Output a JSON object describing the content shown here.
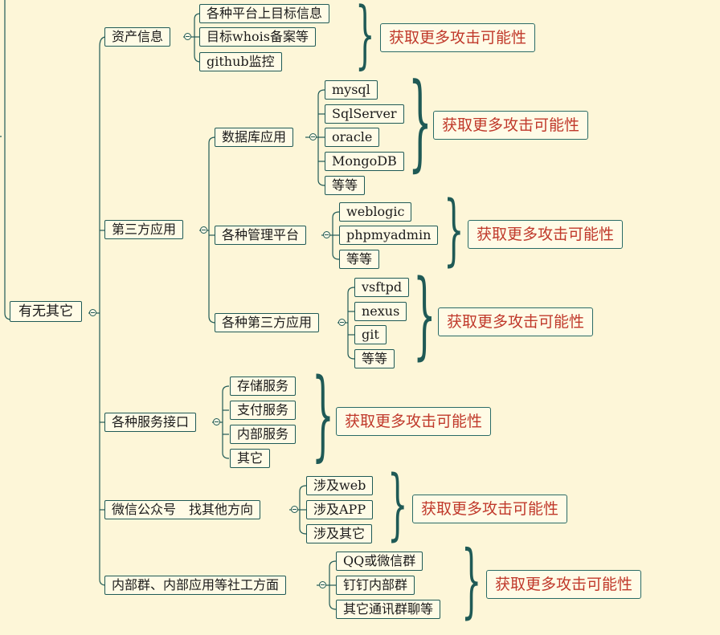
{
  "root": {
    "label": "有无其它"
  },
  "result_label": "获取更多攻击可能性",
  "branches": [
    {
      "label": "资产信息",
      "children": [
        "各种平台上目标信息",
        "目标whois备案等",
        "github监控"
      ]
    },
    {
      "label": "第三方应用",
      "groups": [
        {
          "label": "数据库应用",
          "children": [
            "mysql",
            "SqlServer",
            "oracle",
            "MongoDB",
            "等等"
          ]
        },
        {
          "label": "各种管理平台",
          "children": [
            "weblogic",
            "phpmyadmin",
            "等等"
          ]
        },
        {
          "label": "各种第三方应用",
          "children": [
            "vsftpd",
            "nexus",
            "git",
            "等等"
          ]
        }
      ]
    },
    {
      "label": "各种服务接口",
      "children": [
        "存储服务",
        "支付服务",
        "内部服务",
        "其它"
      ]
    },
    {
      "label": "微信公众号　找其他方向",
      "children": [
        "涉及web",
        "涉及APP",
        "涉及其它"
      ]
    },
    {
      "label": "内部群、内部应用等社工方面",
      "children": [
        "QQ或微信群",
        "钉钉内部群",
        "其它通讯群聊等"
      ]
    }
  ],
  "colors": {
    "line": "#1f5a56",
    "result_text": "#c0392b",
    "background": "#fdf6d8",
    "node_fill": "#fffbe6"
  }
}
